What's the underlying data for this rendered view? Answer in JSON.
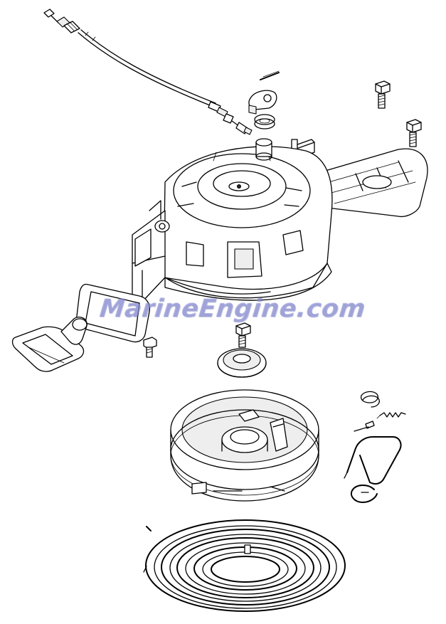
{
  "watermark": {
    "text": "MarineEngine.com",
    "color": "#8a8fd2"
  },
  "parts": [
    "throttle-cable",
    "cable-clip",
    "cam-link",
    "spring-washer",
    "bolt-upper-right",
    "bolt-right",
    "pin-bracket",
    "recoil-starter-housing",
    "starter-handle-grip",
    "rope-handle",
    "small-bolt-left",
    "center-bolt",
    "spring-retainer",
    "rope-pulley-reel",
    "drive-pawl-spring",
    "pawl-return-spring",
    "pawl-clip",
    "wire-friction-spring",
    "e-ring",
    "recoil-spring-coil"
  ]
}
